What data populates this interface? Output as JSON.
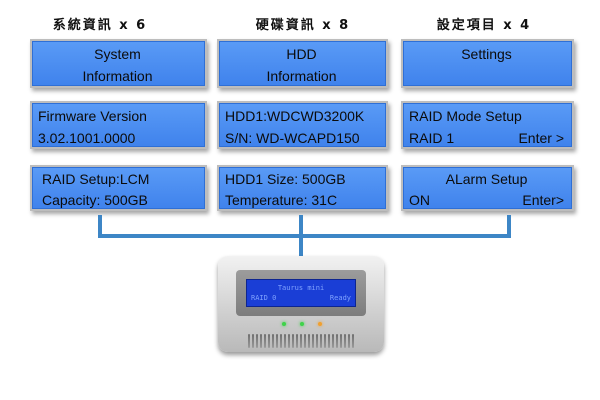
{
  "columns": [
    {
      "header": "系統資訊 x 6",
      "panels": [
        {
          "lines": [
            {
              "text": "System"
            },
            {
              "text": "Information"
            }
          ]
        },
        {
          "lines": [
            {
              "text": "Firmware Version"
            },
            {
              "text": "3.02.1001.0000"
            }
          ]
        },
        {
          "lines": [
            {
              "text": "RAID Setup:LCM"
            },
            {
              "text": "Capacity: 500GB"
            }
          ]
        }
      ]
    },
    {
      "header": "硬碟資訊 x 8",
      "panels": [
        {
          "lines": [
            {
              "text": "HDD"
            },
            {
              "text": "Information"
            }
          ]
        },
        {
          "lines": [
            {
              "text": "HDD1:WDCWD3200K"
            },
            {
              "text": "S/N:  WD-WCAPD150"
            }
          ]
        },
        {
          "lines": [
            {
              "text": "HDD1 Size: 500GB"
            },
            {
              "text": "Temperature: 31C"
            }
          ]
        }
      ]
    },
    {
      "header": "設定項目 x 4",
      "panels": [
        {
          "lines": [
            {
              "text": "Settings"
            }
          ]
        },
        {
          "lines": [
            {
              "text": "RAID Mode Setup"
            },
            {
              "left": "RAID 1",
              "right": "Enter >"
            }
          ]
        },
        {
          "lines": [
            {
              "text": "ALarm Setup"
            },
            {
              "left": "ON",
              "right": "Enter>"
            }
          ]
        }
      ]
    }
  ],
  "device": {
    "lcd_line1": "Taurus mini",
    "lcd_line2_left": "RAID 0",
    "lcd_line2_right": "Ready",
    "led_colors": [
      "#3fd34a",
      "#3fd34a",
      "#f0a030"
    ]
  },
  "colors": {
    "lcd_blue": "#4a8ff2",
    "connector": "#3d86c6"
  }
}
